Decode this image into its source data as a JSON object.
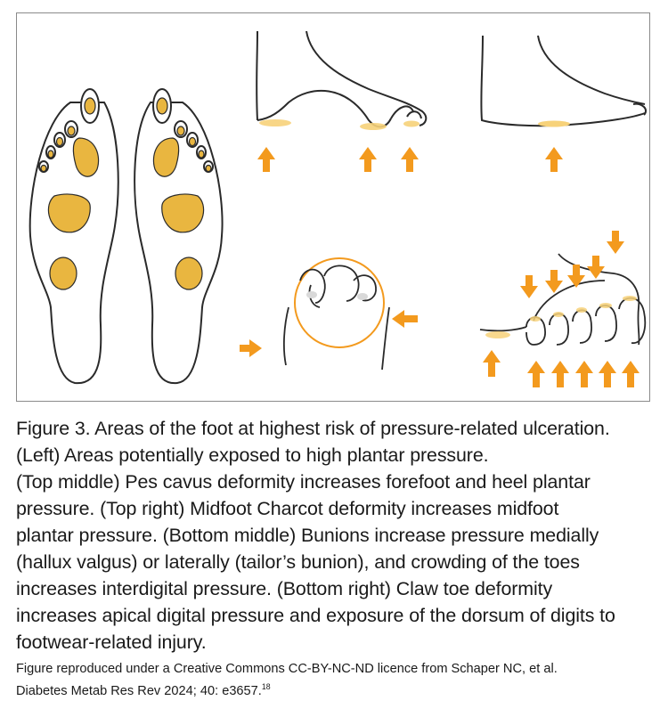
{
  "colors": {
    "pressure_fill": "#E9B640",
    "arrow": "#F39A1E",
    "outline": "#2a2a2a",
    "frame": "#8a8a8a"
  },
  "caption": {
    "lines": [
      "Figure 3. Areas of the foot at highest risk of pressure-related ulceration.",
      "(Left) Areas potentially exposed to high plantar pressure.",
      "(Top middle) Pes cavus deformity increases forefoot and heel plantar",
      "pressure. (Top right) Midfoot Charcot deformity increases midfoot",
      "plantar pressure. (Bottom middle) Bunions increase pressure medially",
      "(hallux valgus) or laterally (tailor’s bunion), and crowding of the toes",
      "increases interdigital pressure. (Bottom right) Claw toe deformity",
      "increases apical digital pressure and exposure of the dorsum of digits to",
      "footwear-related injury."
    ]
  },
  "credit": {
    "line1": "Figure reproduced under a Creative Commons CC-BY-NC-ND licence from Schaper NC, et al.",
    "line2": "Diabetes Metab Res Rev 2024; 40: e3657.",
    "ref": "18"
  }
}
